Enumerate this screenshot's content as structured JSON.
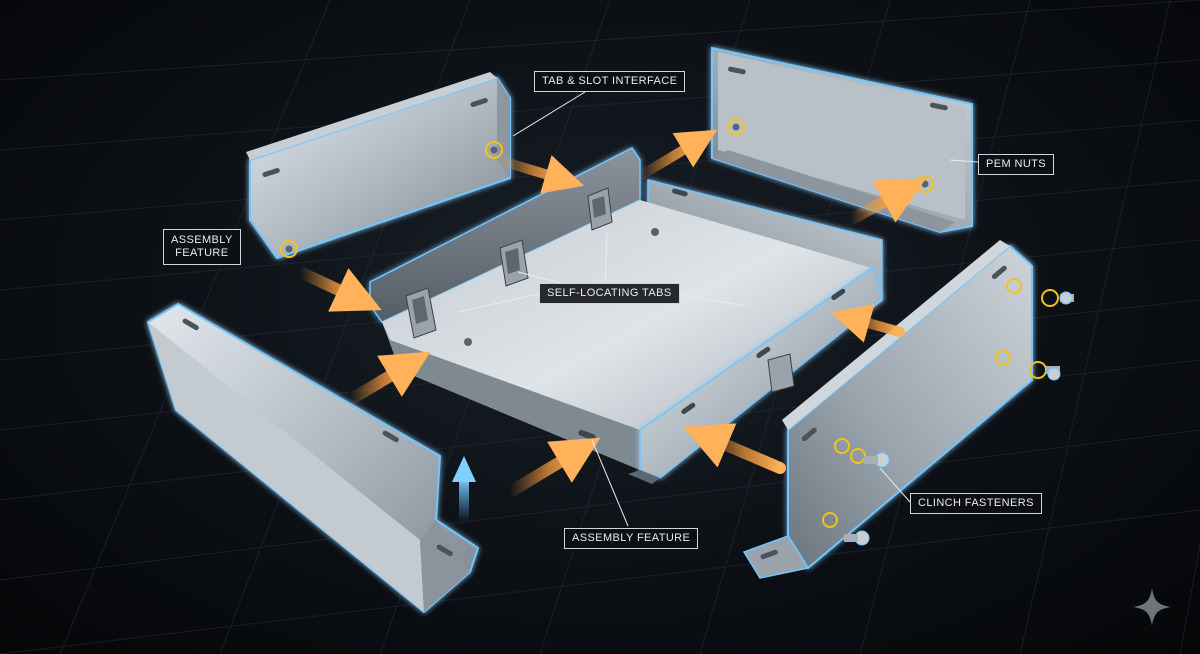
{
  "labels": {
    "tab_slot": "TAB & SLOT INTERFACE",
    "pem_nuts": "PEM NUTS",
    "assembly_feature_left_line1": "ASSEMBLY",
    "assembly_feature_left_line2": "FEATURE",
    "self_locating_tabs": "SELF-LOCATING TABS",
    "clinch_fasteners": "CLINCH FASTENERS",
    "assembly_feature_bottom": "ASSEMBLY FEATURE"
  },
  "colors": {
    "metal_light": "#d7dde2",
    "metal_mid": "#a9b2ba",
    "metal_dark": "#6f7881",
    "glow": "#4fb8ff",
    "arrow": "#f59a3c",
    "ring": "#f2c21b",
    "up_arrow": "#57b7ff"
  }
}
